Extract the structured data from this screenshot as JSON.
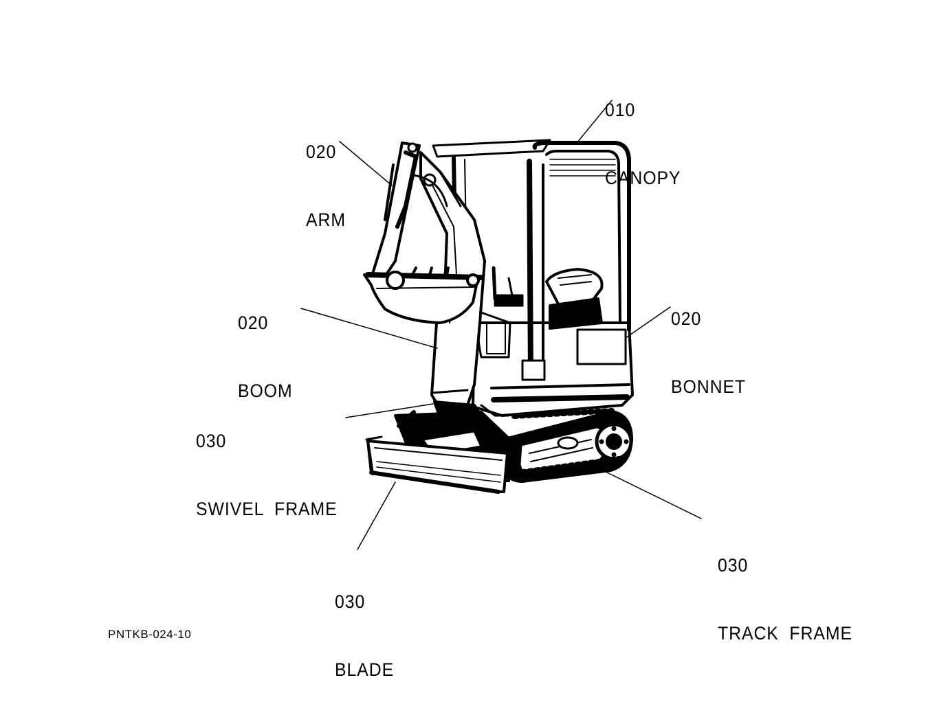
{
  "callouts": {
    "canopy": {
      "code": "010",
      "name": "CANOPY"
    },
    "arm": {
      "code": "020",
      "name": "ARM"
    },
    "boom": {
      "code": "020",
      "name": "BOOM"
    },
    "bonnet": {
      "code": "020",
      "name": "BONNET"
    },
    "swivel_frame": {
      "code": "030",
      "name": "SWIVEL  FRAME"
    },
    "track_frame": {
      "code": "030",
      "name": "TRACK  FRAME"
    },
    "blade": {
      "code": "030",
      "name": "BLADE"
    }
  },
  "drawing_id": "PNTKB-024-10",
  "colors": {
    "ink": "#000000",
    "paper": "#ffffff"
  }
}
